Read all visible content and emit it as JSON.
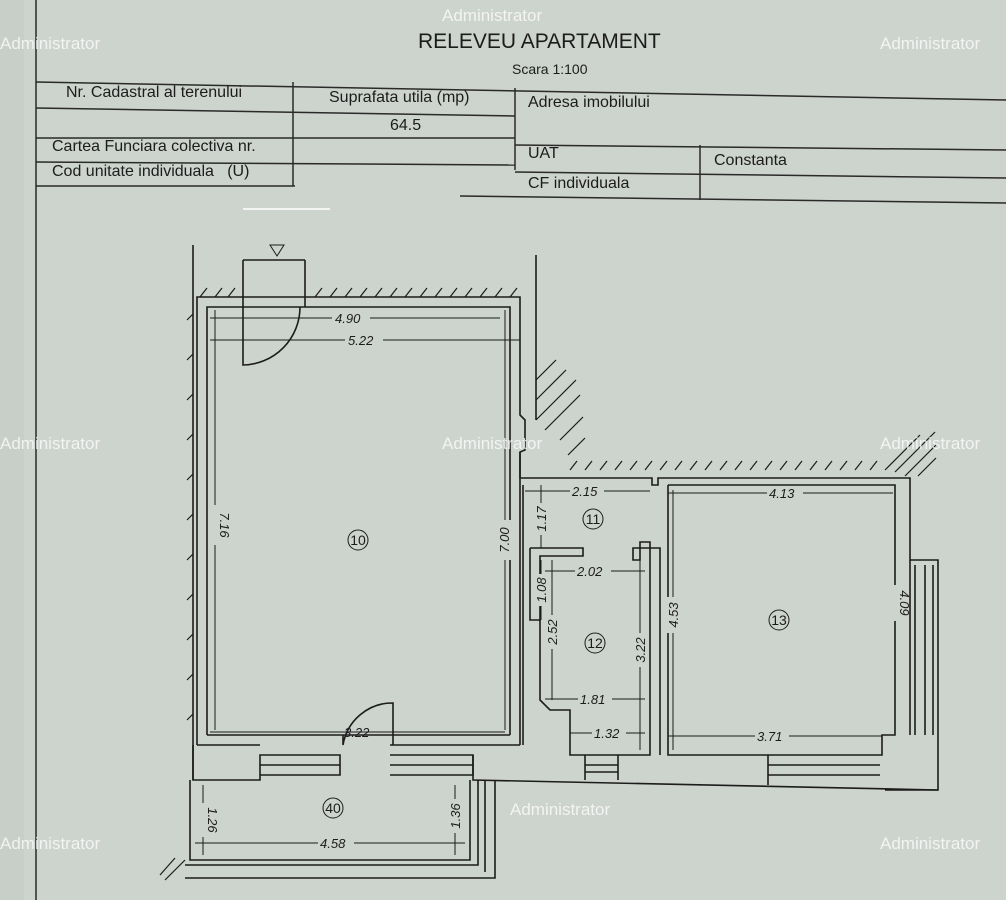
{
  "header": {
    "title": "RELEVEU APARTAMENT",
    "scale": "Scara 1:100"
  },
  "table": {
    "cadastral_label": "Nr. Cadastral al terenului",
    "surface_label": "Suprafata utila (mp)",
    "surface_value": "64.5",
    "address_label": "Adresa imobilului",
    "carte_funciara_label": "Cartea Funciara colectiva nr.",
    "cod_unitate_label": "Cod unitate individuala   (U)",
    "uat_label": "UAT",
    "uat_value": "Constanta",
    "cf_individuala_label": "CF individuala"
  },
  "plan": {
    "rooms": [
      "10",
      "11",
      "12",
      "13",
      "40"
    ],
    "dimensions": {
      "r10_top_inner": "4.90",
      "r10_top_outer": "5.22",
      "r10_left": "7.16",
      "r10_right": "7.00",
      "r10_bottom": "3.22",
      "r11_top": "2.15",
      "r11_left": "1.17",
      "r12_top": "2.02",
      "r12_left_upper": "1.08",
      "r12_left": "2.52",
      "r12_right": "3.22",
      "r12_mid": "1.81",
      "r12_bottom": "1.32",
      "r13_top": "4.13",
      "r13_left": "4.53",
      "r13_right": "4.09",
      "r13_bottom": "3.71",
      "r40_left": "1.26",
      "r40_right": "1.36",
      "r40_bottom": "4.58"
    }
  },
  "watermark": "Administrator",
  "colors": {
    "paper": "#cdd3cd",
    "ink": "#1c1c1c",
    "watermark": "#ffffff"
  }
}
